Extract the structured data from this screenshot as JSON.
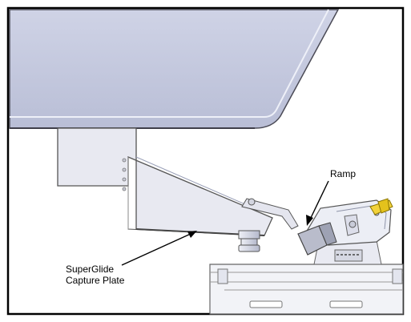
{
  "figure": {
    "callouts": {
      "ramp": "Ramp",
      "plate_line1": "SuperGlide",
      "plate_line2": "Capture Plate"
    }
  }
}
